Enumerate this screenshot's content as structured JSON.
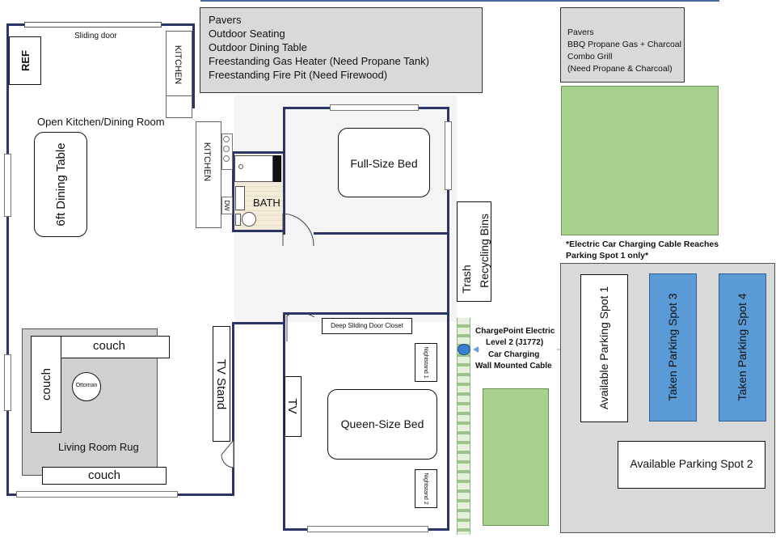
{
  "notes": {
    "patio": [
      "Pavers",
      "Outdoor Seating",
      "Outdoor Dining Table",
      "Freestanding Gas Heater (Need Propane Tank)",
      "Freestanding Fire Pit (Need Firewood)"
    ],
    "bbq": [
      "Pavers",
      "BBQ Propane Gas + Charcoal",
      "Combo Grill",
      "(Need Propane & Charcoal)"
    ]
  },
  "rooms": {
    "sliding_door": "Sliding door",
    "ref": "REF",
    "kitchen_top": "KITCHEN",
    "kitchen_side": "KITCHEN",
    "dw": "DW",
    "open_kitchen": "Open Kitchen/Dining Room",
    "dining_table": "6ft Dining Table",
    "bath": "BATH",
    "full_bed": "Full-Size Bed",
    "couch_top": "couch",
    "couch_left": "couch",
    "couch_bottom": "couch",
    "ottoman": "Ottoman",
    "rug": "Living Room Rug",
    "tv_stand": "TV Stand",
    "closet": "Deep Sliding Door Closet",
    "tv": "TV",
    "queen_bed": "Queen-Size Bed",
    "nightstand_1": "Nightstand 1",
    "nightstand_2": "Nightstand 2",
    "trash": "Trash",
    "recycling": "Recycling Bins"
  },
  "charger": {
    "line1": "ChargePoint Electric",
    "line2": "Level 2 (J1772)",
    "line3": "Car Charging",
    "line4": "Wall Mounted Cable"
  },
  "parking": {
    "note_line1": "*Electric Car Charging Cable Reaches",
    "note_line2": "Parking Spot 1 only*",
    "spot1": "Available Parking Spot 1",
    "spot2": "Available Parking Spot 2",
    "spot3": "Taken Parking Spot 3",
    "spot4": "Taken Parking Spot 4"
  },
  "colors": {
    "wall": "#2a3566",
    "lawn": "#a9d18e",
    "taken": "#5b9bd5",
    "note_bg": "#d9d9d9",
    "lot_bg": "#d9d9d9",
    "rug": "#d0d0d0"
  }
}
